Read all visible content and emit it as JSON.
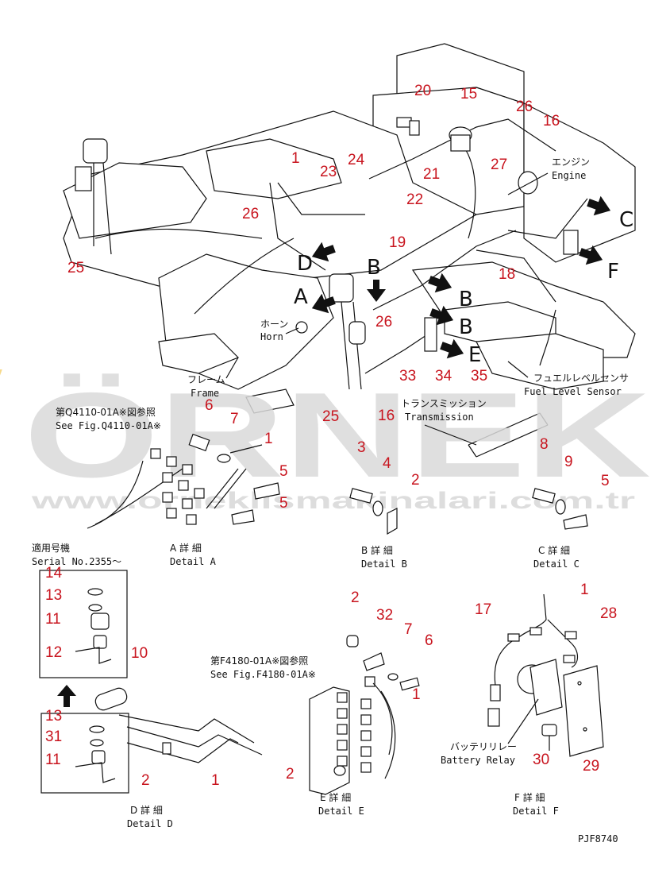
{
  "diagram": {
    "watermark": {
      "brand": "ÖRNEK",
      "url": "www.orneklismakinalari.com.tr",
      "color": "#d9d9d9",
      "accent": "#f6d98a"
    },
    "labels": {
      "engine_jp": "エンジン",
      "engine_en": "Engine",
      "horn_jp": "ホーン",
      "horn_en": "Horn",
      "frame_jp": "フレーム",
      "frame_en": "Frame",
      "fuel_jp": "フュエルレベルセンサ",
      "fuel_en": "Fuel Level Sensor",
      "trans_jp": "トランスミッション",
      "trans_en": "Transmission",
      "see_q_jp": "第Q4110-01A※図参照",
      "see_q_en": "See Fig.Q4110-01A※",
      "see_f_jp": "第F4180-01A※図参照",
      "see_f_en": "See Fig.F4180-01A※",
      "serial_jp": "適用号機",
      "serial_en": "Serial No.2355～",
      "relay_jp": "バッテリリレー",
      "relay_en": "Battery Relay",
      "code": "PJF8740"
    },
    "details": {
      "a_jp": "A 詳 細",
      "a_en": "Detail A",
      "b_jp": "B 詳 細",
      "b_en": "Detail B",
      "c_jp": "C 詳 細",
      "c_en": "Detail C",
      "d_jp": "D 詳 細",
      "d_en": "Detail D",
      "e_jp": "E 詳 細",
      "e_en": "Detail E",
      "f_jp": "F 詳 細",
      "f_en": "Detail F"
    },
    "view_letters": {
      "d": "D",
      "a": "A",
      "b1": "B",
      "b2": "B",
      "b3": "B",
      "e": "E",
      "c": "C",
      "f": "F"
    },
    "callouts": {
      "n20": "20",
      "n15": "15",
      "n26a": "26",
      "n16a": "16",
      "n27": "27",
      "n21": "21",
      "n22": "22",
      "n1a": "1",
      "n23": "23",
      "n24": "24",
      "n26b": "26",
      "n19": "19",
      "n18": "18",
      "n25a": "25",
      "n26c": "26",
      "n33": "33",
      "n34": "34",
      "n35": "35",
      "n25b": "25",
      "n16b": "16",
      "n6a": "6",
      "n7a": "7",
      "n1b": "1",
      "n5a": "5",
      "n5b": "5",
      "n3": "3",
      "n4": "4",
      "n2a": "2",
      "n8": "8",
      "n9": "9",
      "n5c": "5",
      "n14": "14",
      "n13a": "13",
      "n11a": "11",
      "n12": "12",
      "n10": "10",
      "n13b": "13",
      "n31": "31",
      "n11b": "11",
      "n2b": "2",
      "n1c": "1",
      "n2c": "2",
      "n32": "32",
      "n7b": "7",
      "n6b": "6",
      "n1d": "1",
      "n2d": "2",
      "n17": "17",
      "n1e": "1",
      "n28": "28",
      "n30": "30",
      "n29": "29"
    }
  }
}
